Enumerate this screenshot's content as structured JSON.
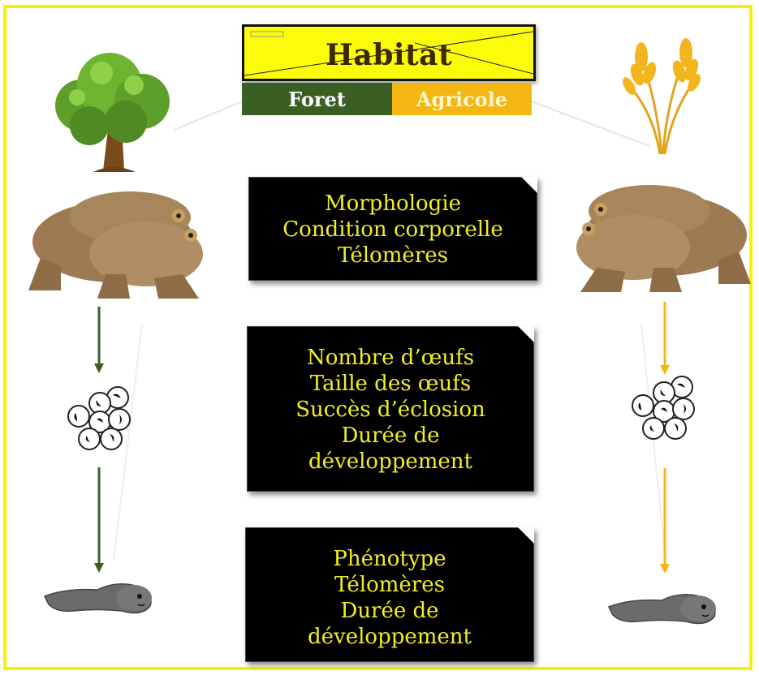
{
  "title": "Habitat",
  "legend": {
    "foret": "Foret",
    "agricole": "Agricole"
  },
  "boxes": [
    {
      "lines": [
        "Morphologie",
        "Condition corporelle",
        "Télomères"
      ]
    },
    {
      "lines": [
        "Nombre d’œufs",
        "Taille des œufs",
        "Succès d’éclosion",
        "Durée de",
        "développement"
      ]
    },
    {
      "lines": [
        "Phénotype",
        "Télomères",
        "Durée de",
        "développement"
      ]
    }
  ],
  "colors": {
    "foret": "#3a5f23",
    "agricole": "#f4b612",
    "frame": "#f7f300",
    "box_text": "#f2ee24"
  },
  "icons": {
    "left_habitat": "tree-icon",
    "right_habitat": "wheat-icon",
    "adult": "toad-pair-image",
    "eggs": "eggs-icon",
    "larva": "tadpole-icon"
  }
}
